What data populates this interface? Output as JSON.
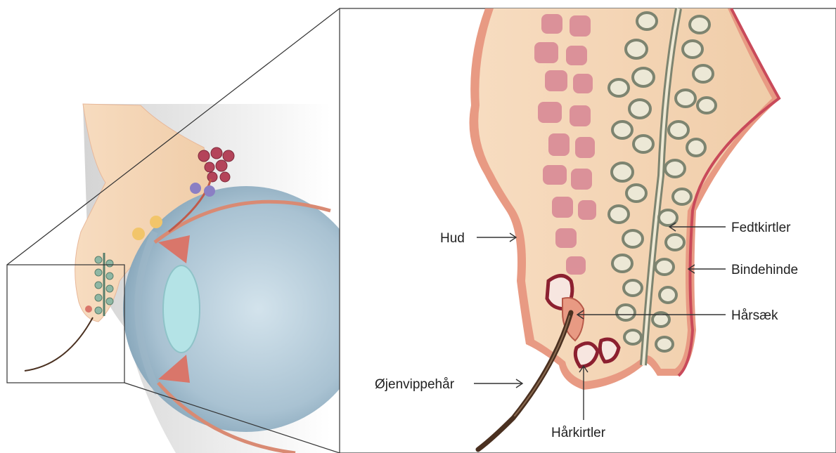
{
  "labels": {
    "hud": "Hud",
    "oejenvippehaar": "Øjenvippehår",
    "haarkirtler": "Hårkirtler",
    "fedtkirtler": "Fedtkirtler",
    "bindehinde": "Bindehinde",
    "haarsaek": "Hårsæk"
  },
  "colors": {
    "skin": "#f3d9b8",
    "skin_border": "#d9826b",
    "muscle": "#d98a96",
    "gland": "#8a9178",
    "gland_fill": "#ece8d6",
    "eye": "#bcd3df",
    "lens": "#a9dde0",
    "hair": "#5a3a28",
    "line": "#333333"
  }
}
